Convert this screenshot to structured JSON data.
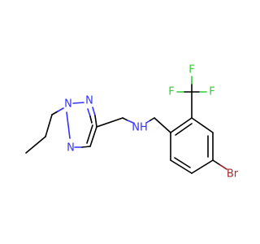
{
  "molecule": {
    "colors": {
      "nitrogen": "#3333ff",
      "fluorine": "#33cc33",
      "bromine": "#a52a2a",
      "carbon": "#000000"
    },
    "atoms": {
      "n_triazole_1": "N",
      "n_triazole_2": "N",
      "n_triazole_3": "N",
      "nh": "NH",
      "br": "Br",
      "f_1": "F",
      "f_2": "F",
      "f_3": "F"
    }
  }
}
